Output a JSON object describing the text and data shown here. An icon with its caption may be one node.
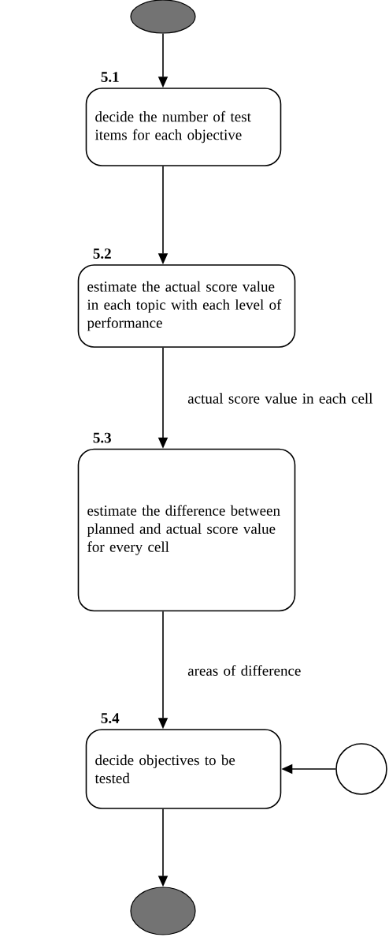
{
  "diagram": {
    "nodes": [
      {
        "text": [],
        "shape": "oval"
      },
      {
        "text": [
          "decide the number of test items for each objective"
        ],
        "beside": [
          "5.1"
        ]
      },
      {
        "text": [
          "estimate the actual score value in each topic with each level of performance"
        ],
        "beside": [
          "5.2"
        ]
      },
      {
        "text": [
          "estimate the difference between planned and actual score value for every cell"
        ],
        "beside": [
          "5.3"
        ]
      },
      {
        "text": [
          "decide objectives to be tested"
        ],
        "beside": [
          "5.4"
        ]
      },
      {
        "text": [],
        "shape": "circle"
      },
      {
        "text": [],
        "shape": "oval"
      }
    ],
    "edges": [
      {
        "from": 0,
        "to": 1,
        "arrow": "to"
      },
      {
        "from": 1,
        "to": 2,
        "arrow": "to"
      },
      {
        "from": 2,
        "to": 3,
        "arrow": "to",
        "label": "actual score value in each cell"
      },
      {
        "from": 3,
        "to": 4,
        "arrow": "to",
        "label": "areas of difference"
      },
      {
        "from": 5,
        "to": 4,
        "arrow": "to"
      },
      {
        "from": 4,
        "to": 6,
        "arrow": "to"
      }
    ]
  }
}
